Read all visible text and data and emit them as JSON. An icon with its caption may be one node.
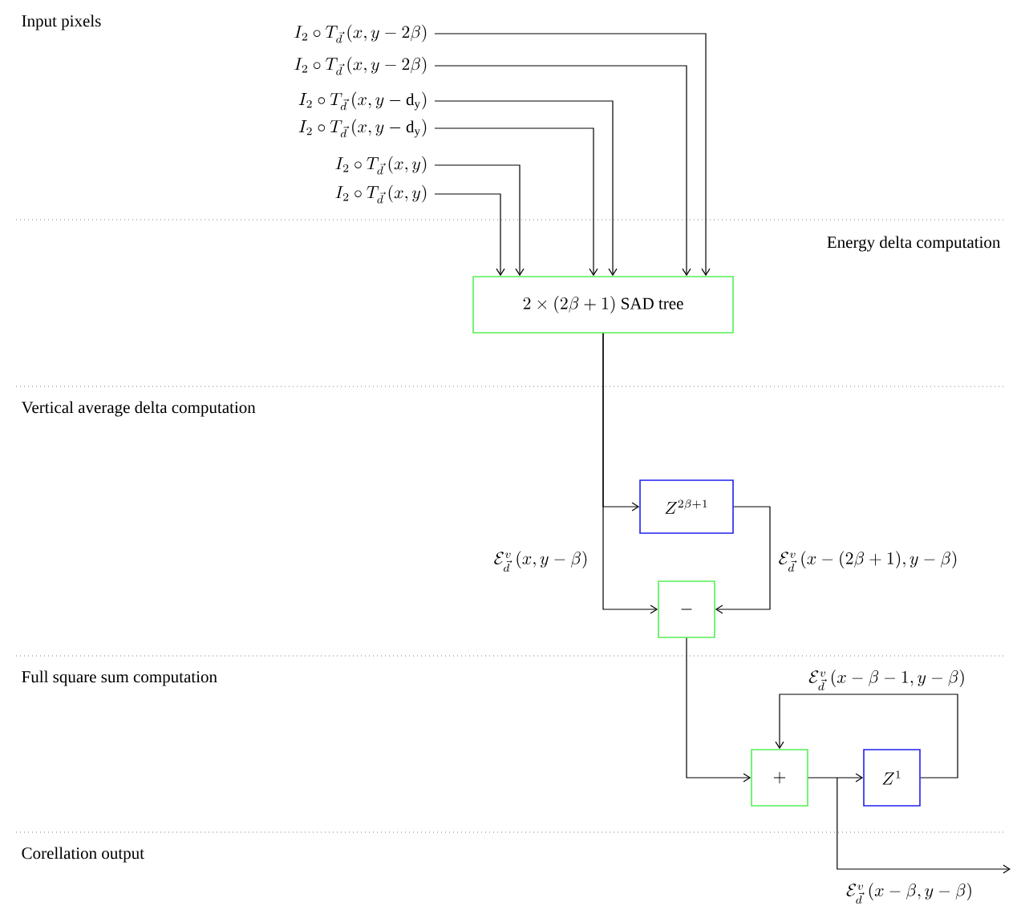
{
  "diagram": {
    "nodes": [
      {
        "text": [
          "I_2 \\circ T_{\\vec{d}}\\left(x, y-2\\beta\\right)"
        ]
      },
      {
        "text": [
          "I_2 \\circ T_{\\vec{d}}\\left(x, y-2\\beta\\right)"
        ]
      },
      {
        "text": [
          "I_2 \\circ T_{\\vec{d}}\\left(x, y-\\mathrm{d_y}\\right)"
        ]
      },
      {
        "text": [
          "I_2 \\circ T_{\\vec{d}}\\left(x, y-\\mathrm{d_y}\\right)"
        ]
      },
      {
        "text": [
          "I_2 \\circ T_{\\vec{d}}\\left(x, y\\right)"
        ]
      },
      {
        "text": [
          "I_2 \\circ T_{\\vec{d}}\\left(x, y\\right)"
        ]
      },
      {
        "text": [
          "2\\times(2\\beta+1)\\ \\text{SAD tree}"
        ]
      },
      {
        "text": [
          "Z^{2\\beta+1}"
        ]
      },
      {
        "text": [
          "-"
        ]
      },
      {
        "text": [
          "+"
        ]
      },
      {
        "text": [
          "Z^{1}"
        ]
      }
    ],
    "edges": [
      {
        "from": 0,
        "to": 6,
        "arrow": "to"
      },
      {
        "from": 1,
        "to": 6,
        "arrow": "to"
      },
      {
        "from": 2,
        "to": 6,
        "arrow": "to"
      },
      {
        "from": 3,
        "to": 6,
        "arrow": "to"
      },
      {
        "from": 4,
        "to": 6,
        "arrow": "to"
      },
      {
        "from": 5,
        "to": 6,
        "arrow": "to"
      },
      {
        "from": 6,
        "to": 7,
        "arrow": "to"
      },
      {
        "from": 6,
        "to": 8,
        "arrow": "to",
        "label": "\\mathcal{E}^{v}_{\\vec{d}}\\left(x, y-\\beta\\right)"
      },
      {
        "from": 7,
        "to": 8,
        "arrow": "to",
        "label": "\\mathcal{E}^{v}_{\\vec{d}}\\left(x-(2\\beta+1), y-\\beta\\right)"
      },
      {
        "from": 8,
        "to": 9,
        "arrow": "to"
      },
      {
        "from": 9,
        "to": 10,
        "arrow": "to"
      },
      {
        "from": 10,
        "to": 9,
        "arrow": "to",
        "label": "\\mathcal{E}^{v}_{\\vec{d}}\\left(x-\\beta-1, y-\\beta\\right)"
      },
      {
        "from": 9,
        "to": null,
        "arrow": "to",
        "label": "\\mathcal{E}^{v}_{\\vec{d}}\\left(x-\\beta, y-\\beta\\right)"
      }
    ],
    "labels": [
      "Input pixels",
      "Energy delta computation",
      "Vertical average delta computation",
      "Full square sum computation",
      "Corellation output"
    ]
  }
}
